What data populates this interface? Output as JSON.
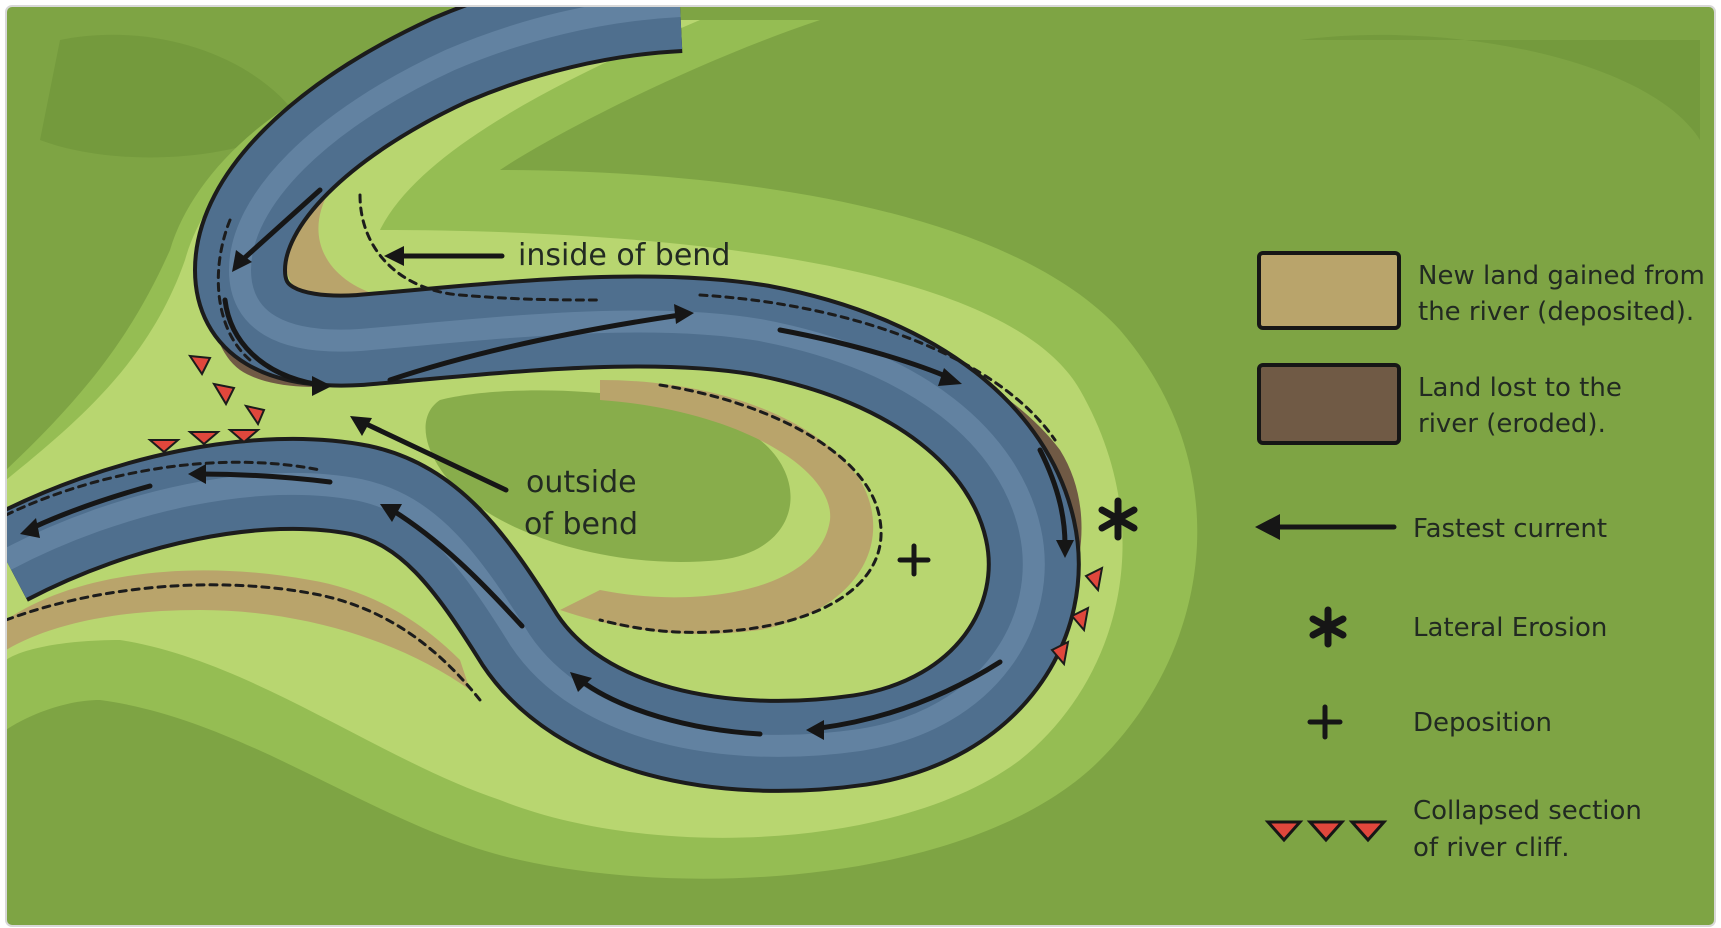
{
  "labels": {
    "inside": "inside of bend",
    "outside_line1": "outside",
    "outside_line2": "of bend"
  },
  "legend": {
    "deposited_line1": "New land gained from",
    "deposited_line2": "the river (deposited).",
    "eroded_line1": "Land lost to the",
    "eroded_line2": "river (eroded).",
    "current": "Fastest current",
    "lateral": "Lateral Erosion",
    "deposition": "Deposition",
    "collapsed_line1": "Collapsed section",
    "collapsed_line2": "of river cliff."
  },
  "colors": {
    "grass_dark": "#7ea444",
    "grass_mid": "#95bd53",
    "grass_light": "#b8d670",
    "water": "#4f6f8e",
    "water_light": "#6f8fae",
    "sand": "#b9a46b",
    "mud": "#705a45",
    "collapse": "#e0473c"
  }
}
